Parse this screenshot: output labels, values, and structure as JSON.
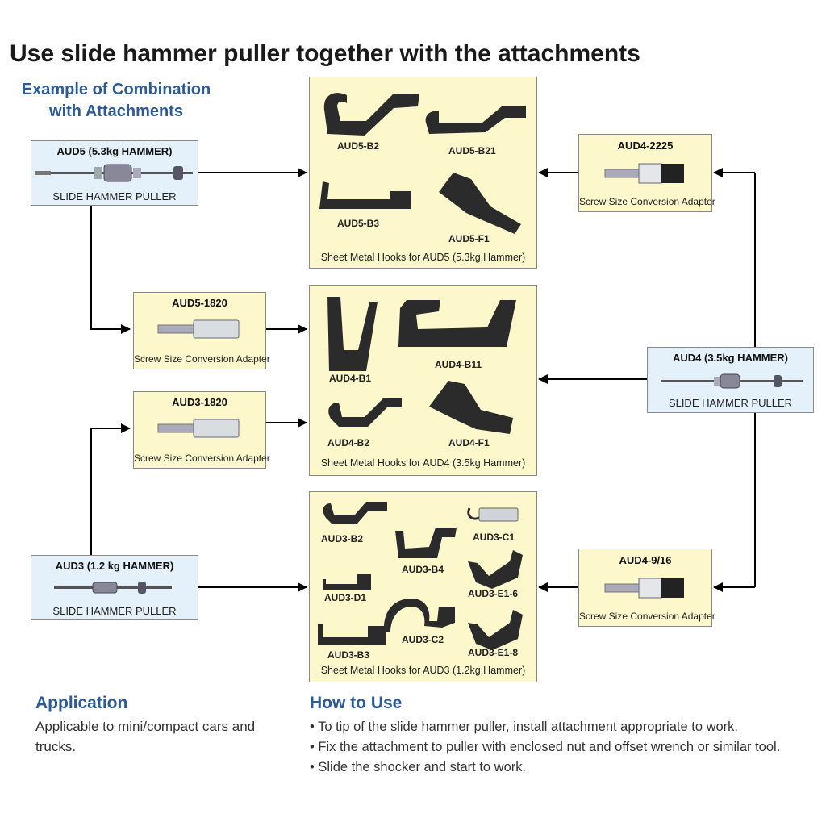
{
  "title": "Use slide hammer puller together with the attachments",
  "example_heading": "Example of Combination with Attachments",
  "hammers": {
    "aud5": {
      "title": "AUD5 (5.3kg HAMMER)",
      "subtitle": "SLIDE HAMMER PULLER"
    },
    "aud4": {
      "title": "AUD4 (3.5kg HAMMER)",
      "subtitle": "SLIDE HAMMER PULLER"
    },
    "aud3": {
      "title": "AUD3 (1.2 kg HAMMER)",
      "subtitle": "SLIDE HAMMER PULLER"
    }
  },
  "adapters": {
    "aud5_1820": {
      "title": "AUD5-1820",
      "caption": "Screw Size Conversion Adapter"
    },
    "aud3_1820": {
      "title": "AUD3-1820",
      "caption": "Screw Size Conversion Adapter"
    },
    "aud4_2225": {
      "title": "AUD4-2225",
      "caption": "Screw Size Conversion Adapter"
    },
    "aud4_916": {
      "title": "AUD4-9/16",
      "caption": "Screw Size Conversion Adapter"
    }
  },
  "hook_sets": {
    "aud5": {
      "caption": "Sheet Metal Hooks for AUD5 (5.3kg Hammer)",
      "items": [
        "AUD5-B2",
        "AUD5-B21",
        "AUD5-B3",
        "AUD5-F1"
      ]
    },
    "aud4": {
      "caption": "Sheet Metal Hooks for AUD4 (3.5kg Hammer)",
      "items": [
        "AUD4-B1",
        "AUD4-B11",
        "AUD4-B2",
        "AUD4-F1"
      ]
    },
    "aud3": {
      "caption": "Sheet Metal Hooks for AUD3 (1.2kg Hammer)",
      "items": [
        "AUD3-B2",
        "AUD3-C1",
        "AUD3-B4",
        "AUD3-D1",
        "AUD3-E1-6",
        "AUD3-C2",
        "AUD3-B3",
        "AUD3-E1-8"
      ]
    }
  },
  "application": {
    "heading": "Application",
    "text": "Applicable to mini/compact cars and trucks."
  },
  "how_to_use": {
    "heading": "How to Use",
    "steps": [
      "To tip of the slide hammer puller, install attachment appropriate to work.",
      "Fix the attachment to puller with enclosed nut and offset wrench or similar tool.",
      "Slide the shocker and start to work."
    ]
  },
  "colors": {
    "heading_blue": "#2c5a94",
    "hammer_box": "#e4f1fa",
    "hook_box": "#fdf8cc"
  }
}
